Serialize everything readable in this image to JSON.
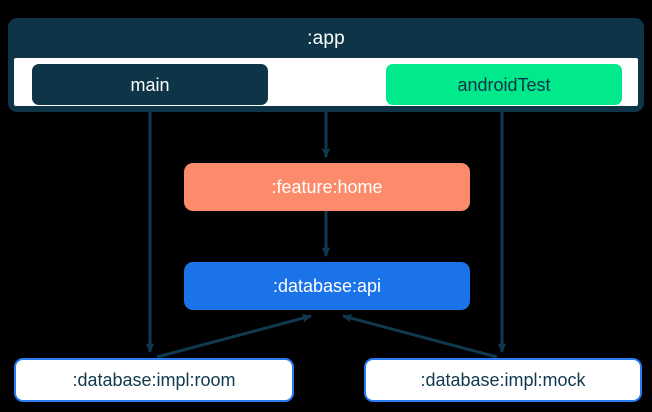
{
  "diagram": {
    "type": "module-dependency-graph",
    "background_color": "#000000",
    "edge_color": "#10384f",
    "clusters": [
      {
        "id": "app",
        "title": ":app",
        "fill_color": "#0e3447",
        "title_color": "#ffffff",
        "body_color": "#ffffff",
        "children": [
          "main",
          "androidTest"
        ]
      }
    ],
    "nodes": [
      {
        "id": "main",
        "label": "main",
        "fill_color": "#0e3447",
        "text_color": "#ffffff",
        "shape": "rounded-rect"
      },
      {
        "id": "androidTest",
        "label": "androidTest",
        "fill_color": "#00e98a",
        "text_color": "#0e3447",
        "shape": "rounded-rect"
      },
      {
        "id": "feature_home",
        "label": ":feature:home",
        "fill_color": "#fb8b6a",
        "text_color": "#ffffff",
        "shape": "rounded-rect"
      },
      {
        "id": "database_api",
        "label": ":database:api",
        "fill_color": "#1a73e8",
        "text_color": "#ffffff",
        "shape": "rounded-rect"
      },
      {
        "id": "database_impl_room",
        "label": ":database:impl:room",
        "fill_color": "#ffffff",
        "border_color": "#2979f0",
        "text_color": "#10384f",
        "shape": "rounded-rect"
      },
      {
        "id": "database_impl_mock",
        "label": ":database:impl:mock",
        "fill_color": "#ffffff",
        "border_color": "#2979f0",
        "text_color": "#10384f",
        "shape": "rounded-rect"
      }
    ],
    "edges": [
      {
        "from": "main",
        "to": "database_impl_room",
        "style": "solid",
        "arrow": "end"
      },
      {
        "from": "app",
        "to": "feature_home",
        "style": "solid",
        "arrow": "end"
      },
      {
        "from": "feature_home",
        "to": "database_api",
        "style": "solid",
        "arrow": "end"
      },
      {
        "from": "androidTest",
        "to": "database_impl_mock",
        "style": "solid",
        "arrow": "end"
      },
      {
        "from": "database_impl_room",
        "to": "database_api",
        "style": "solid",
        "arrow": "end"
      },
      {
        "from": "database_impl_mock",
        "to": "database_api",
        "style": "solid",
        "arrow": "end"
      }
    ]
  }
}
